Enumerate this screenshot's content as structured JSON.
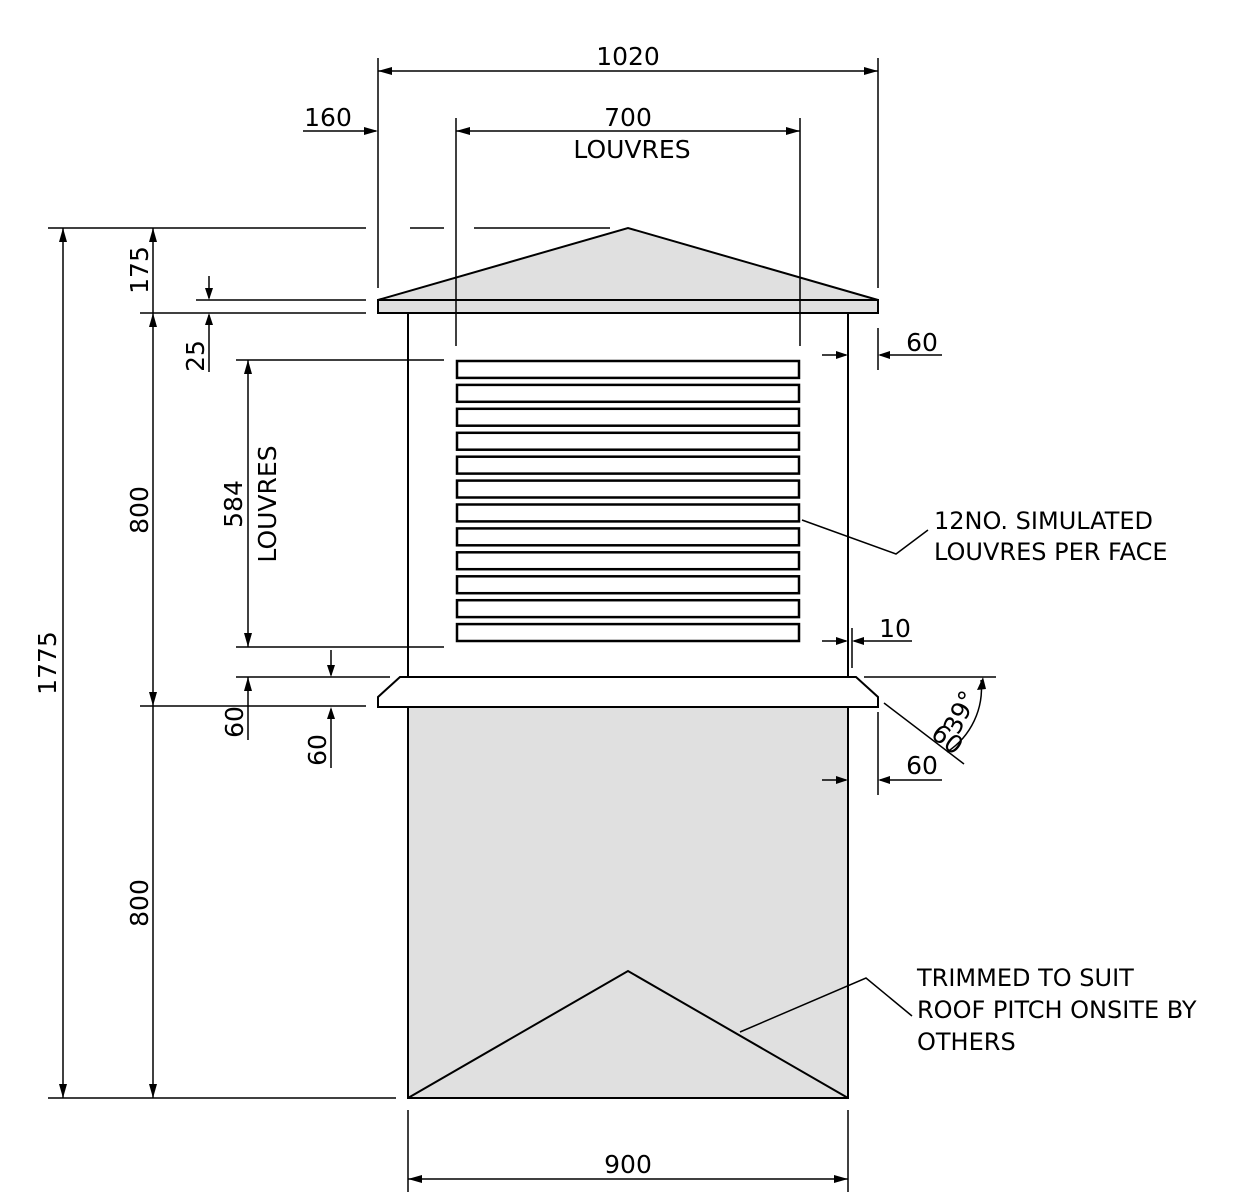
{
  "dimensions": {
    "top_width": "1020",
    "roof_overhang": "160",
    "louvre_width": "700",
    "louvre_width_label": "LOUVRES",
    "total_height": "1775",
    "roof_height": "175",
    "cap_gap": "25",
    "upper_section_height": "800",
    "louvre_height": "584",
    "louvre_height_label": "LOUVRES",
    "side_inset_top": "60",
    "louvre_edge": "10",
    "band_left_a": "60",
    "band_left_b": "60",
    "band_right_diag": "60",
    "band_right": "60",
    "band_angle": "39°",
    "lower_section_height": "800",
    "base_width": "900"
  },
  "notes": {
    "louvres_line1": "12NO. SIMULATED",
    "louvres_line2": "LOUVRES PER FACE",
    "trim_line1": "TRIMMED TO SUIT",
    "trim_line2": "ROOF PITCH ONSITE BY",
    "trim_line3": "OTHERS"
  },
  "louvre_count": 12
}
